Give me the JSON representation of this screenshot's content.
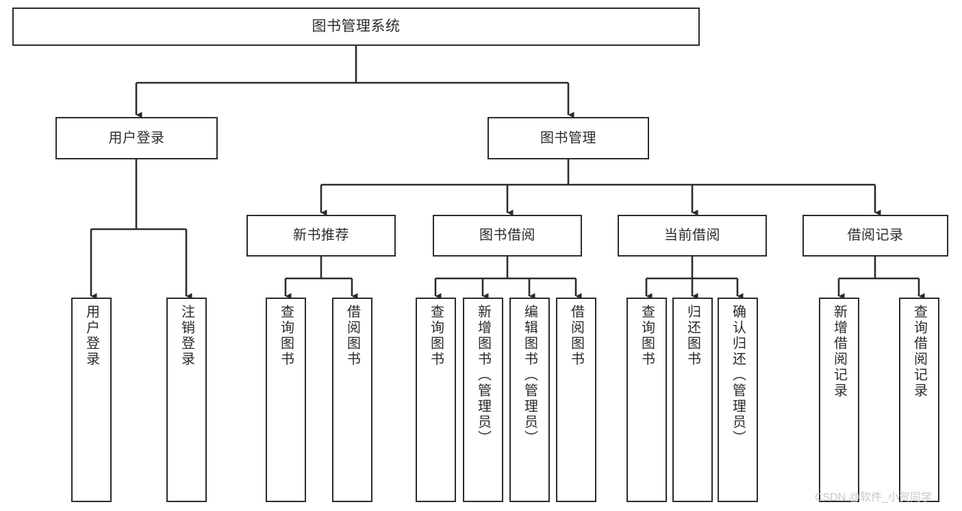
{
  "diagram": {
    "title": "图书管理系统",
    "type": "hierarchy-tree",
    "root": {
      "label": "图书管理系统"
    },
    "level2": [
      {
        "label": "用户登录"
      },
      {
        "label": "图书管理"
      }
    ],
    "level3": [
      {
        "label": "新书推荐"
      },
      {
        "label": "图书借阅"
      },
      {
        "label": "当前借阅"
      },
      {
        "label": "借阅记录"
      }
    ],
    "leaves": {
      "user_login": [
        {
          "label": "用户登录"
        },
        {
          "label": "注销登录"
        }
      ],
      "new_book_recommend": [
        {
          "label": "查询图书"
        },
        {
          "label": "借阅图书"
        }
      ],
      "book_borrow": [
        {
          "label": "查询图书"
        },
        {
          "label": "新增图书（管理员）"
        },
        {
          "label": "编辑图书（管理员）"
        },
        {
          "label": "借阅图书"
        }
      ],
      "current_borrow": [
        {
          "label": "查询图书"
        },
        {
          "label": "归还图书"
        },
        {
          "label": "确认归还（管理员）"
        }
      ],
      "borrow_record": [
        {
          "label": "新增借阅记录"
        },
        {
          "label": "查询借阅记录"
        }
      ]
    }
  },
  "watermark": {
    "text": "CSDN @软件_小贺同学"
  },
  "colors": {
    "stroke": "#2b2b2b",
    "background": "#ffffff",
    "text": "#2b2b2b",
    "watermark": "#c9c9c9"
  }
}
